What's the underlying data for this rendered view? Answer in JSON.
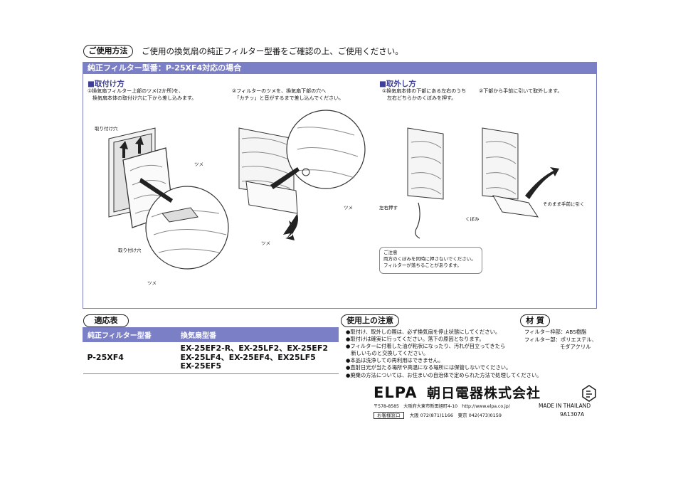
{
  "header": {
    "usage_pill": "ご使用方法",
    "intro": "ご使用の換気扇の純正フィルター型番をご確認の上、ご使用ください。"
  },
  "panel": {
    "title": "純正フィルター型番：P-25XF4対応の場合",
    "attach": {
      "heading": "■取付け方",
      "step1_line1": "①換気扇フィルター上部のツメ(2か所)を、",
      "step1_line2": "　換気扇本体の取付け穴に下から差し込みます。",
      "step2_line1": "②フィルターのツメを、換気扇下部の穴へ",
      "step2_line2": "　「カチッ」と音がするまで差し込んでください。",
      "label_hole_top": "取り付け穴",
      "label_hole_bottom": "取り付け穴",
      "label_tab1": "ツメ",
      "label_tab2": "ツメ",
      "label_tab3": "ツメ",
      "label_tab4": "ツメ"
    },
    "remove": {
      "heading": "■取外し方",
      "step1_line1": "①換気扇本体の下部にある左右のうち",
      "step1_line2": "　左右どちらかのくぼみを押す。",
      "step2": "②下部から手前に引いて取外します。",
      "label_press": "左右押す",
      "label_dent": "くぼみ",
      "label_pull": "そのまま手前に引く"
    },
    "note": {
      "title": "ご注意",
      "line1": "両方のくぼみを同時に押さないでください。",
      "line2": "フィルターが落ちることがあります。"
    }
  },
  "compat": {
    "pill": "適応表",
    "col_filter": "純正フィルター型番",
    "col_fan": "換気扇型番",
    "filter_model": "P-25XF4",
    "fan_line1": "EX-25EF2-R、EX-25LF2、EX-25EF2",
    "fan_line2": "EX-25LF4、EX-25EF4、EX25LF5",
    "fan_line3": "EX-25EF5"
  },
  "cautions": {
    "pill": "使用上の注意",
    "items": [
      "●取付け、取外しの際は、必ず換気扇を停止状態にしてください。",
      "●取付けは確実に行ってください。落下の原因となります。",
      "●フィルターに付着した油が粘状になったり、汚れが目立ってきたら",
      "　新しいものと交換してください。",
      "●本品は洗浄しての再利用はできません。",
      "●直射日光が当たる場所や高温になる場所には保管しないでください。",
      "●廃棄の方法については、お住まいの自治体で定められた方法で処理してください。"
    ]
  },
  "material": {
    "pill": "材 質",
    "line1": "フィルター枠部：ABS樹脂",
    "line2": "フィルター部：ポリエステル、",
    "line3": "モダアクリル"
  },
  "footer": {
    "logo": "ELPA",
    "company": "朝日電器株式会社",
    "address": "〒578-8585　大阪府大東市新田旭町4-10　http://www.elpa.co.jp/",
    "contact_box": "お客様窓口",
    "contact": "大阪 072(871)1166　東京 042(473)0159",
    "made_in": "MADE IN THAILAND",
    "code": "9A1307A"
  }
}
